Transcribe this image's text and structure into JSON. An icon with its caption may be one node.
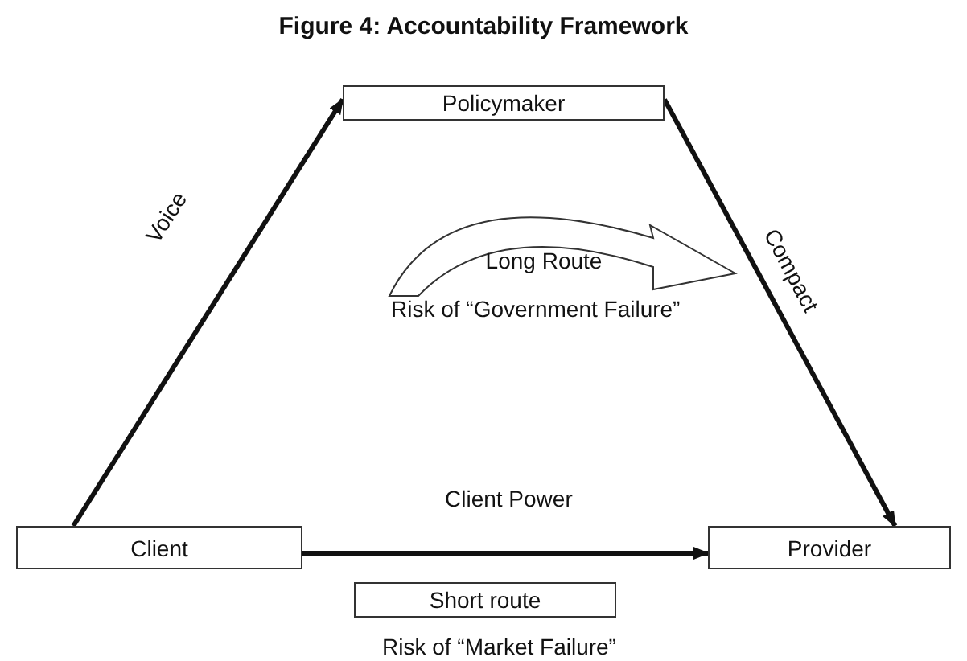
{
  "diagram": {
    "title": "Figure 4: Accountability Framework",
    "nodes": [
      {
        "text": [
          "Policymaker"
        ]
      },
      {
        "text": [
          "Client"
        ]
      },
      {
        "text": [
          "Provider"
        ]
      },
      {
        "text": [
          "Long Route"
        ]
      },
      {
        "text": [
          "Short route"
        ]
      }
    ],
    "edges": [
      {
        "from": 1,
        "to": 0,
        "arrow": "to",
        "label": "Voice"
      },
      {
        "from": 0,
        "to": 2,
        "arrow": "to",
        "label": "Compact"
      },
      {
        "from": 1,
        "to": 2,
        "arrow": "to",
        "label": "Client Power"
      }
    ],
    "labels": [
      "Risk of “Government Failure”",
      "Risk of “Market Failure”"
    ]
  }
}
